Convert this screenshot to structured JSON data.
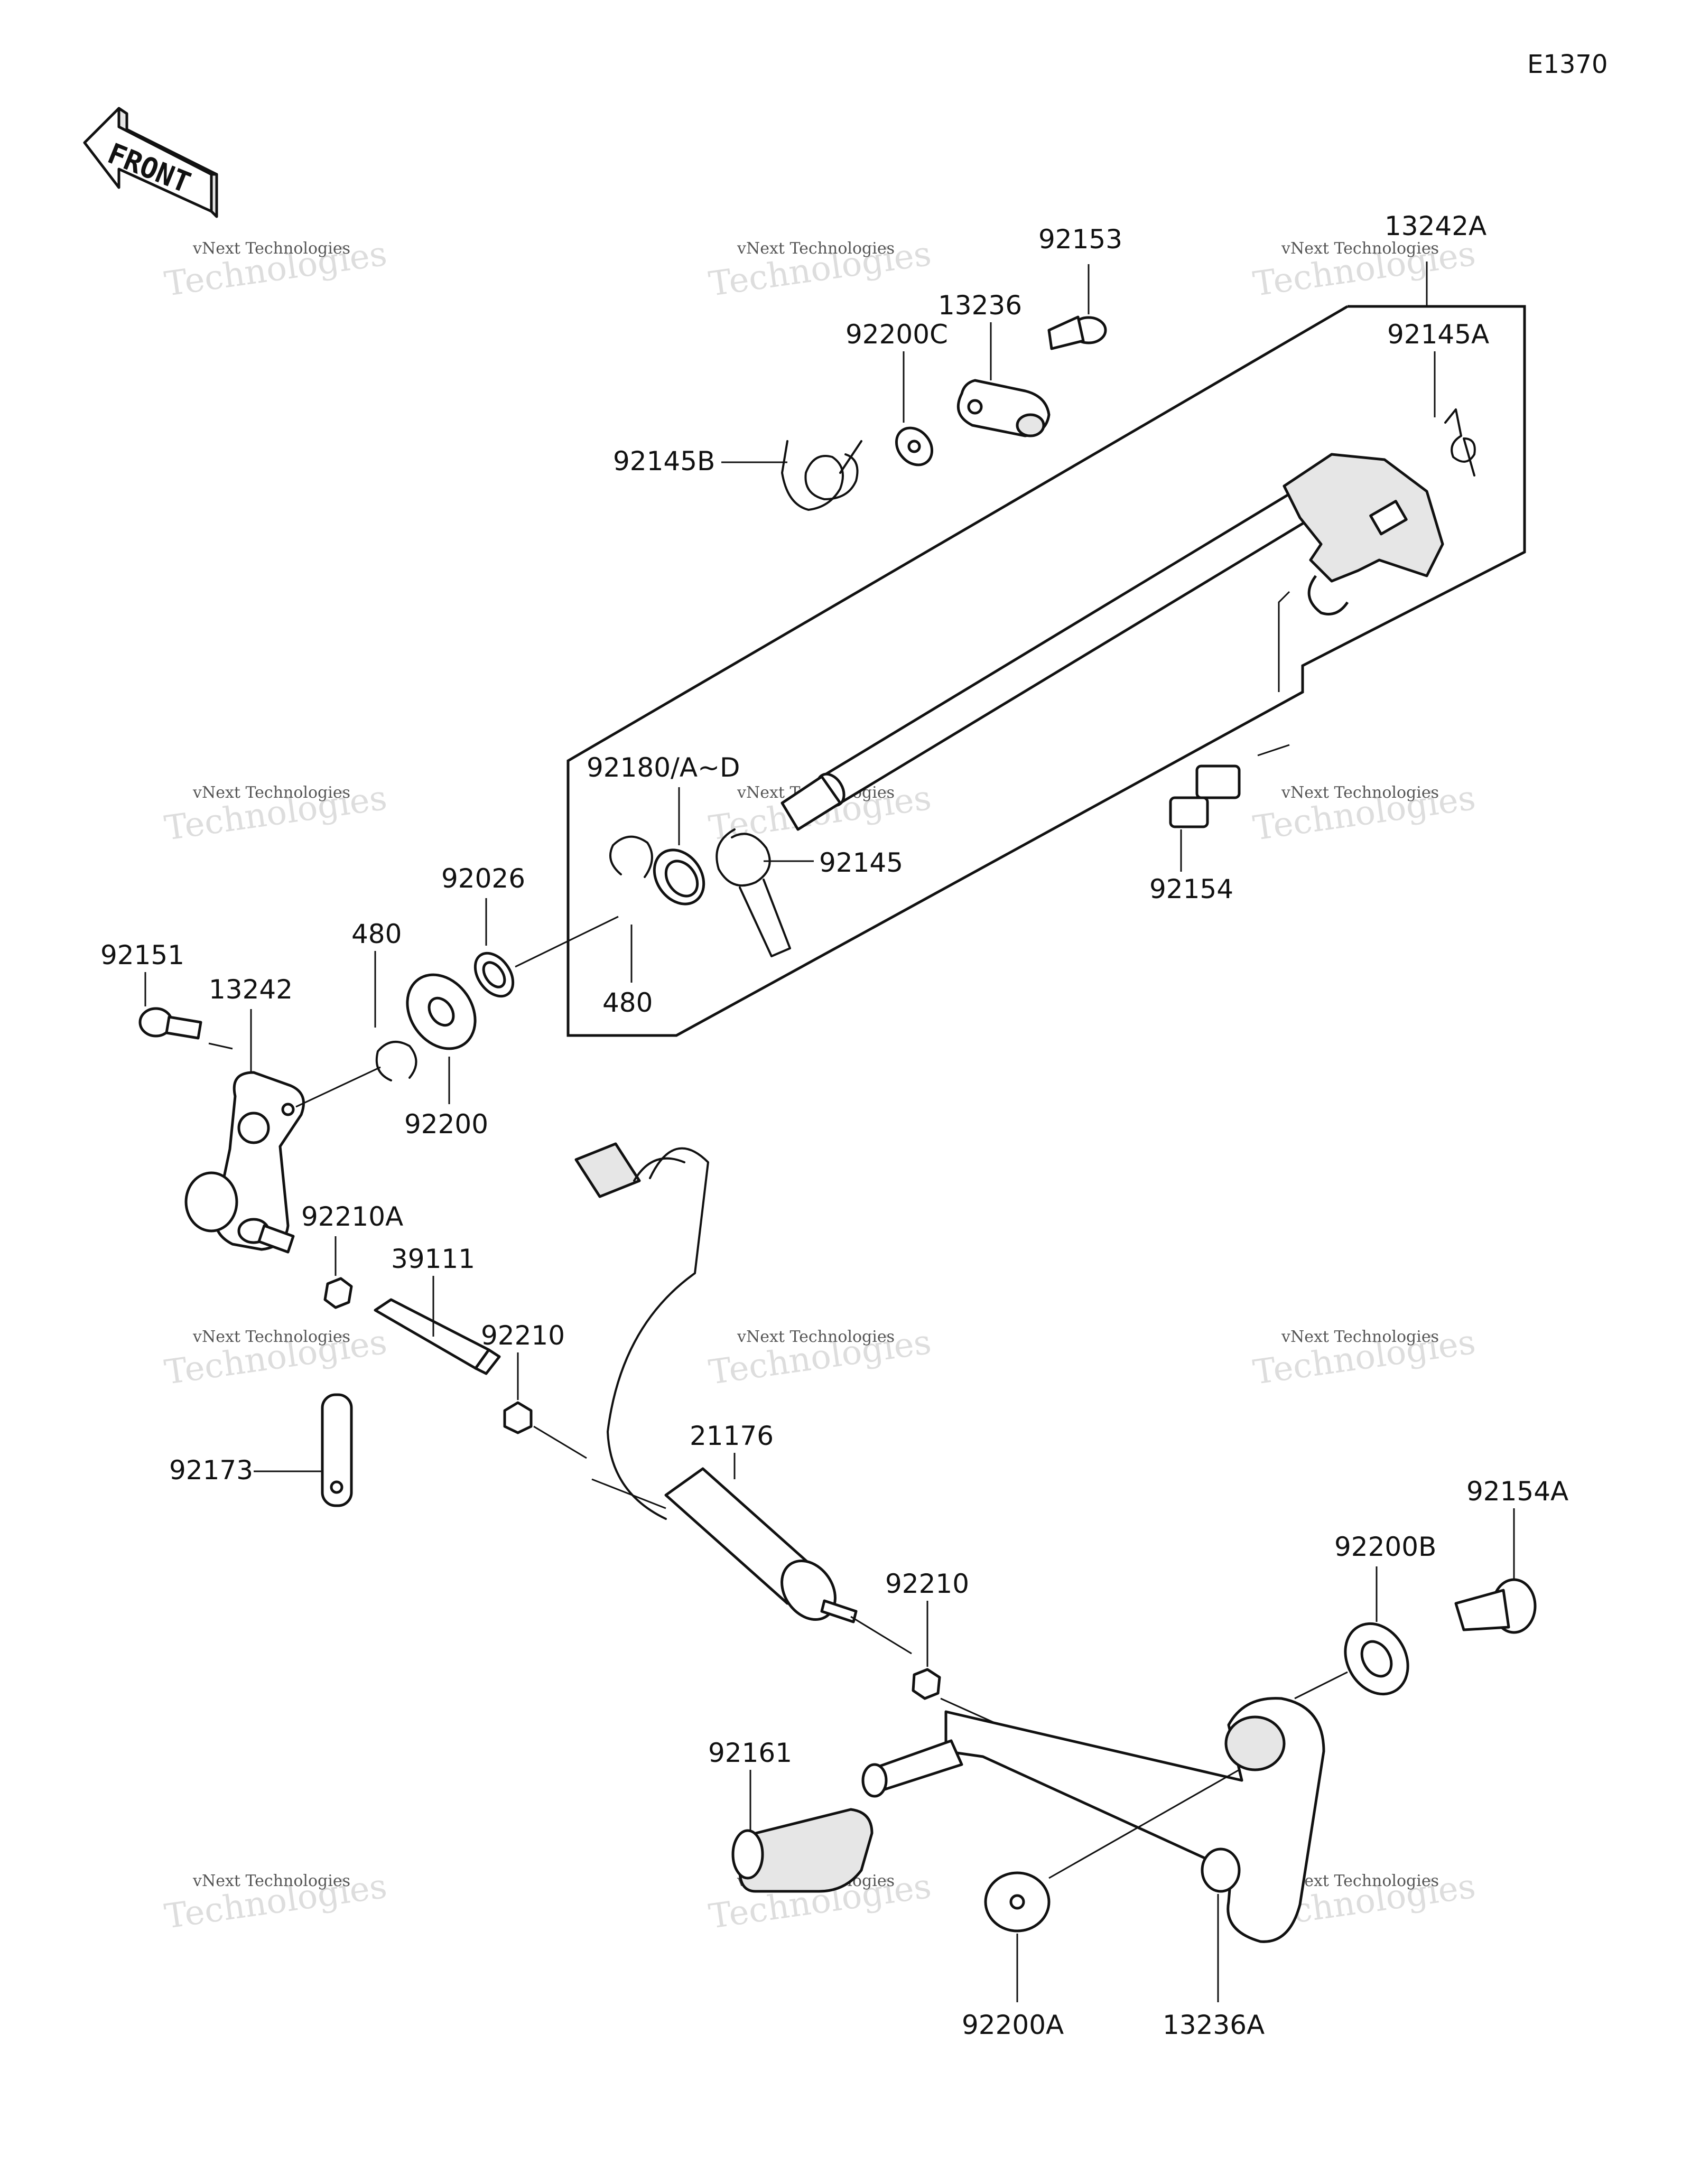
{
  "diagram_code": "E1370",
  "front_label": "FRONT",
  "watermark": {
    "line1": "vNext Technologies",
    "line2": "Technologies"
  },
  "parts": [
    {
      "id": "13242A"
    },
    {
      "id": "92153"
    },
    {
      "id": "13236"
    },
    {
      "id": "92200C"
    },
    {
      "id": "92145A"
    },
    {
      "id": "92145B"
    },
    {
      "id": "92180/A~D"
    },
    {
      "id": "92145"
    },
    {
      "id": "92154"
    },
    {
      "id": "92026"
    },
    {
      "id": "480"
    },
    {
      "id": "480"
    },
    {
      "id": "92151"
    },
    {
      "id": "13242"
    },
    {
      "id": "92200"
    },
    {
      "id": "92210A"
    },
    {
      "id": "39111"
    },
    {
      "id": "92210"
    },
    {
      "id": "21176"
    },
    {
      "id": "92173"
    },
    {
      "id": "92154A"
    },
    {
      "id": "92200B"
    },
    {
      "id": "92210"
    },
    {
      "id": "92161"
    },
    {
      "id": "92200A"
    },
    {
      "id": "13236A"
    }
  ]
}
